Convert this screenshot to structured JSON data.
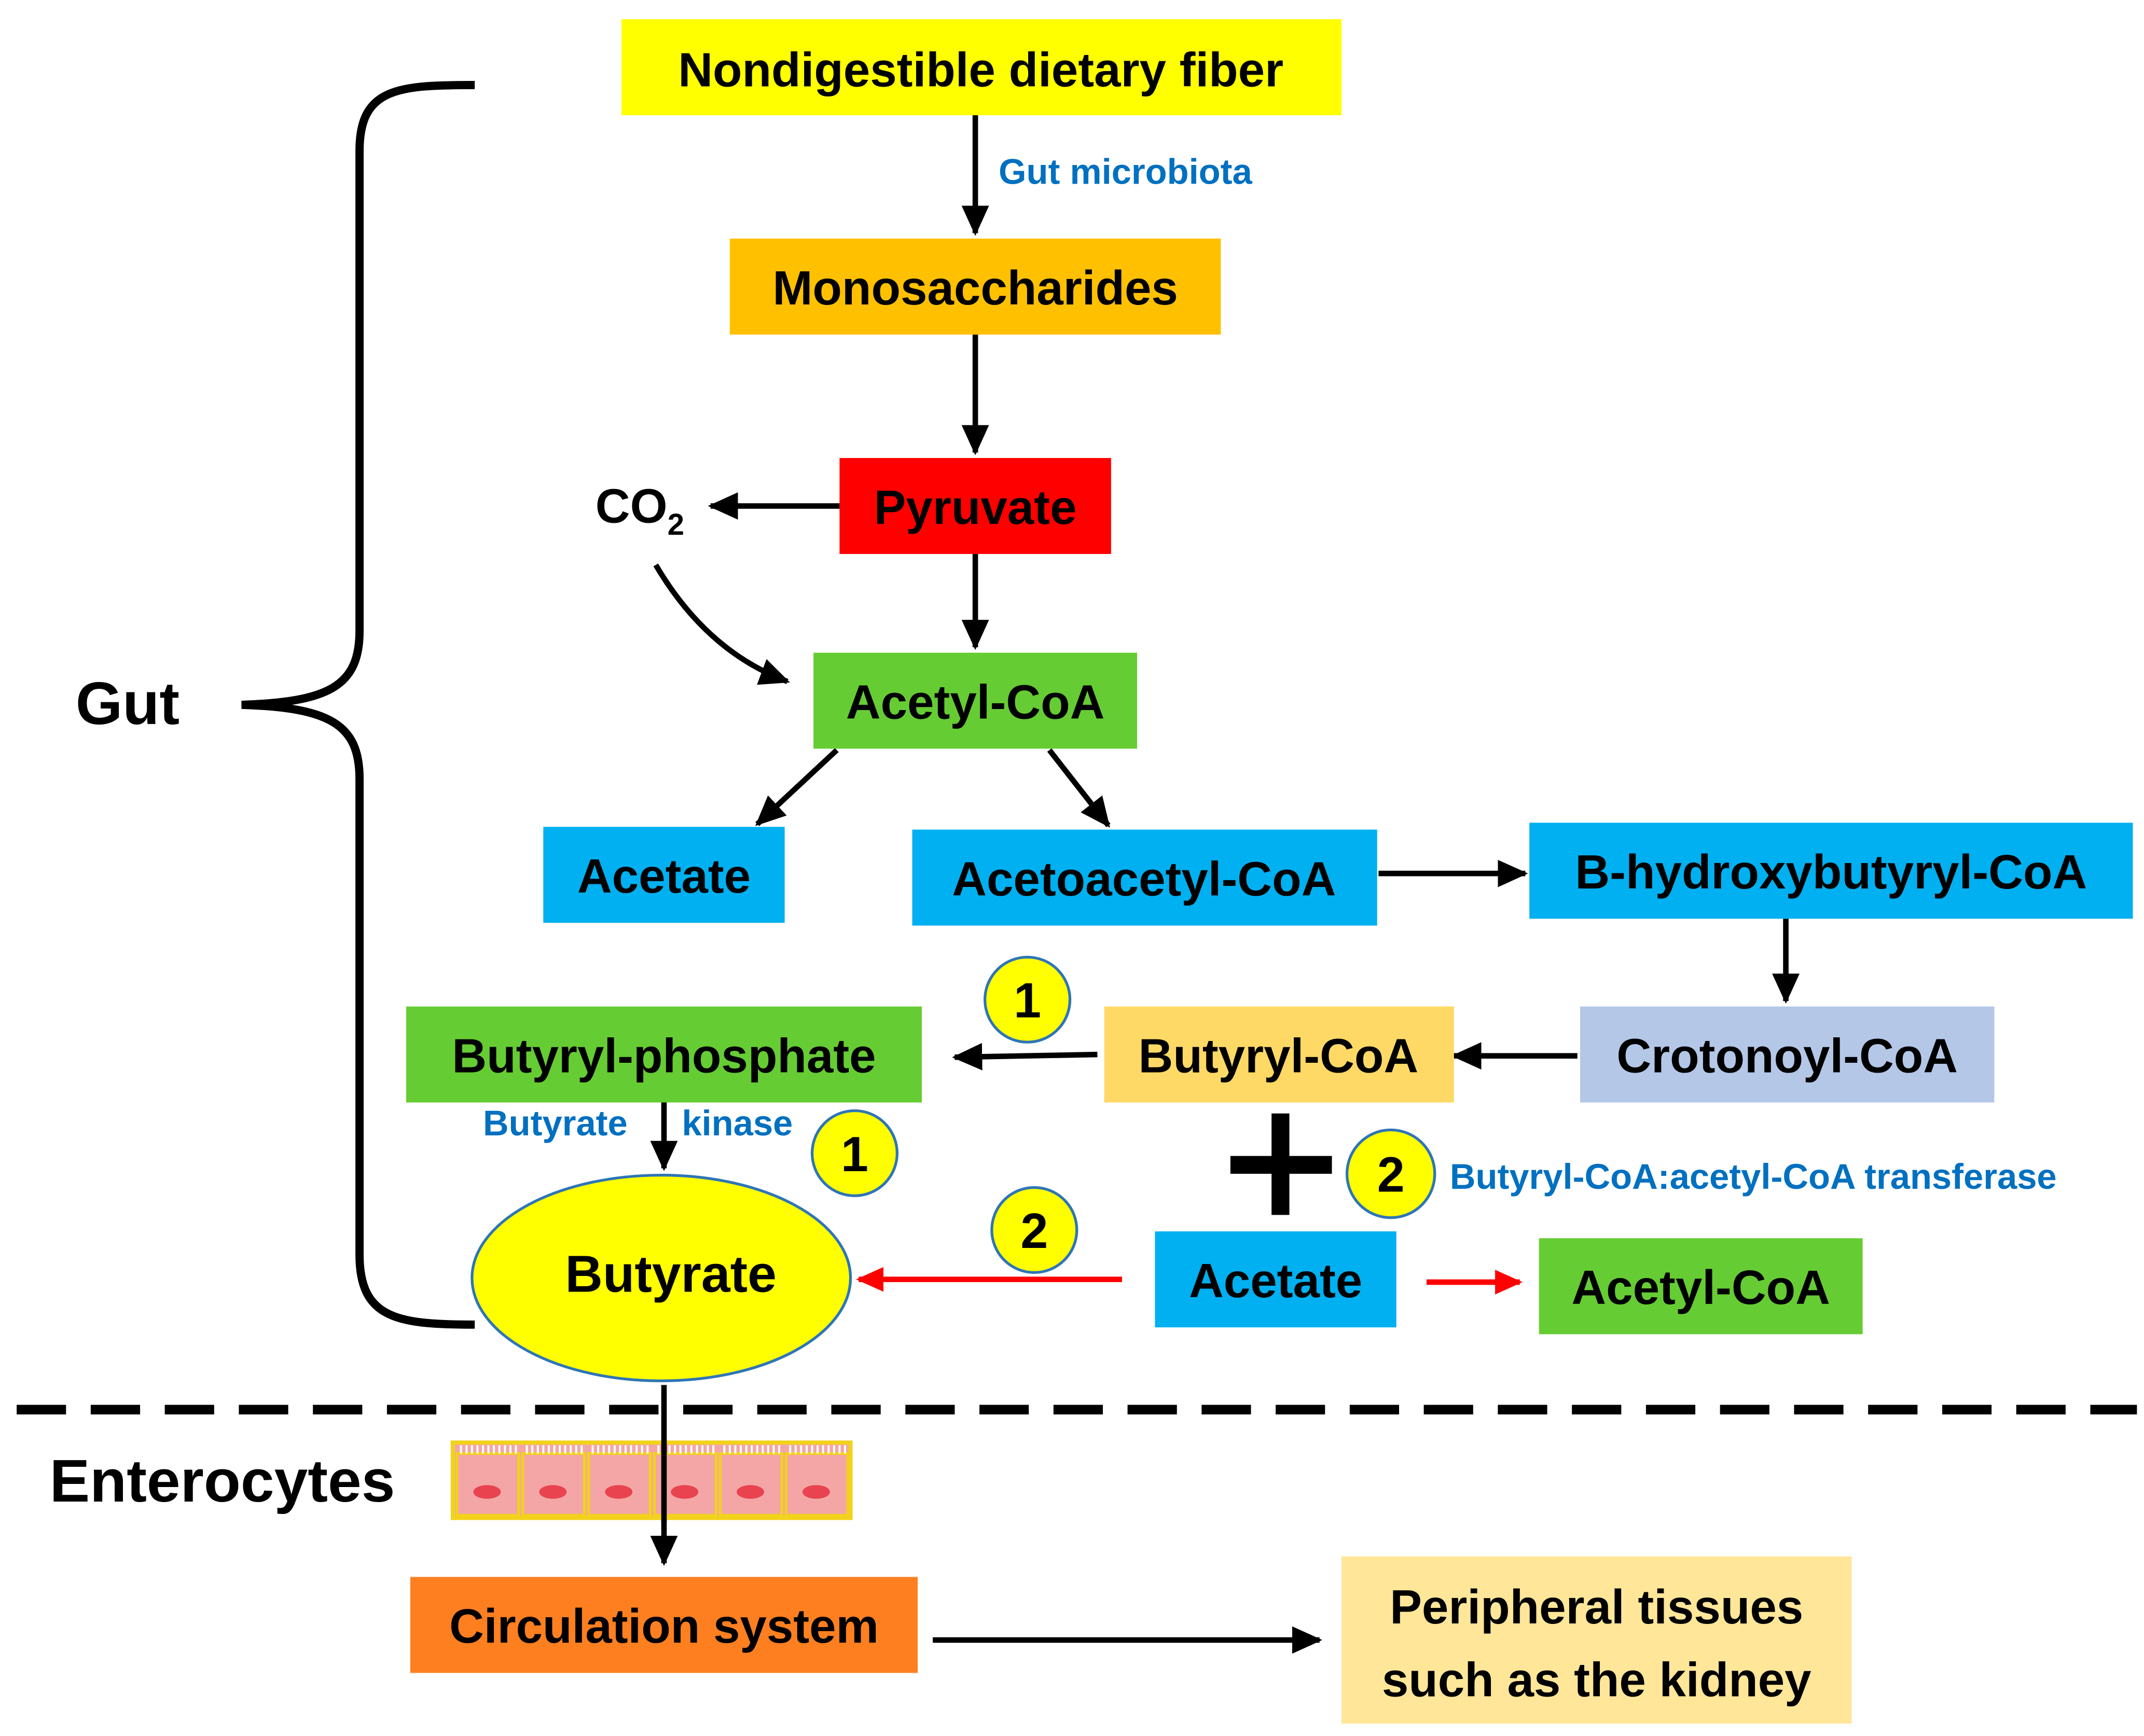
{
  "colors": {
    "yellow": "#ffff00",
    "orange": "#ffc000",
    "red": "#ff0000",
    "green": "#66cc33",
    "blue": "#00b0f0",
    "light_yellow": "#ffd966",
    "light_blue": "#b4c7e7",
    "dark_orange": "#fd7f20",
    "pale_yellow": "#ffe699",
    "enzyme_text": "#0070c0",
    "red_arrow": "#ff0000"
  },
  "nodes": {
    "fiber": "Nondigestible dietary fiber",
    "monosaccharides": "Monosaccharides",
    "pyruvate": "Pyruvate",
    "co2": "CO",
    "co2_sub": "2",
    "acetyl_coa": "Acetyl-CoA",
    "acetate_1": "Acetate",
    "acetoacetyl_coa": "Acetoacetyl-CoA",
    "b_hydroxybutyryl_coa": "B-hydroxybutyryl-CoA",
    "crotonoyl_coa": "Crotonoyl-CoA",
    "butyryl_coa": "Butyryl-CoA",
    "butyryl_phosphate": "Butyryl-phosphate",
    "butyrate": "Butyrate",
    "acetate_2": "Acetate",
    "acetyl_coa_2": "Acetyl-CoA",
    "circulation": "Circulation system",
    "peripheral_line1": "Peripheral tissues",
    "peripheral_line2": "such as the kidney"
  },
  "labels": {
    "gut_microbiota": "Gut microbiota",
    "butyrate_kinase_a": "Butyrate",
    "butyrate_kinase_b": "kinase",
    "transferase": "Butyryl-CoA:acetyl-CoA transferase",
    "gut": "Gut",
    "enterocytes": "Enterocytes",
    "plus": "+",
    "num_1": "1",
    "num_2": "2"
  }
}
